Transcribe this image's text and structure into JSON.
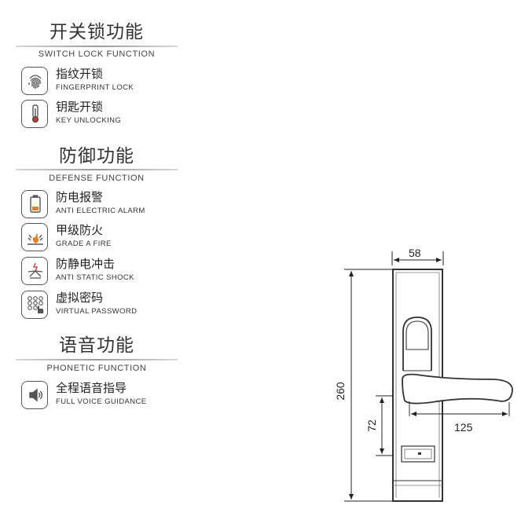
{
  "sections": [
    {
      "title": "开关锁功能",
      "subtitle": "SWITCH LOCK FUNCTION",
      "items": [
        {
          "cn": "指纹开锁",
          "en": "FINGERPRINT LOCK",
          "icon": "fingerprint-icon"
        },
        {
          "cn": "钥匙开锁",
          "en": "KEY UNLOCKING",
          "icon": "key-icon"
        }
      ]
    },
    {
      "title": "防御功能",
      "subtitle": "DEFENSE FUNCTION",
      "items": [
        {
          "cn": "防电报警",
          "en": "ANTI ELECTRIC ALARM",
          "icon": "battery-icon"
        },
        {
          "cn": "甲级防火",
          "en": "GRADE A FIRE",
          "icon": "fire-icon"
        },
        {
          "cn": "防静电冲击",
          "en": "ANTI STATIC SHOCK",
          "icon": "static-shock-icon"
        },
        {
          "cn": "虚拟密码",
          "en": "VIRTUAL PASSWORD",
          "icon": "keypad-icon"
        }
      ]
    },
    {
      "title": "语音功能",
      "subtitle": "PHONETIC FUNCTION",
      "items": [
        {
          "cn": "全程语音指导",
          "en": "FULL VOICE GUIDANCE",
          "icon": "speaker-icon"
        }
      ]
    }
  ],
  "diagram": {
    "width_label": "58",
    "height_label": "260",
    "handle_height_label": "72",
    "handle_length_label": "125"
  }
}
